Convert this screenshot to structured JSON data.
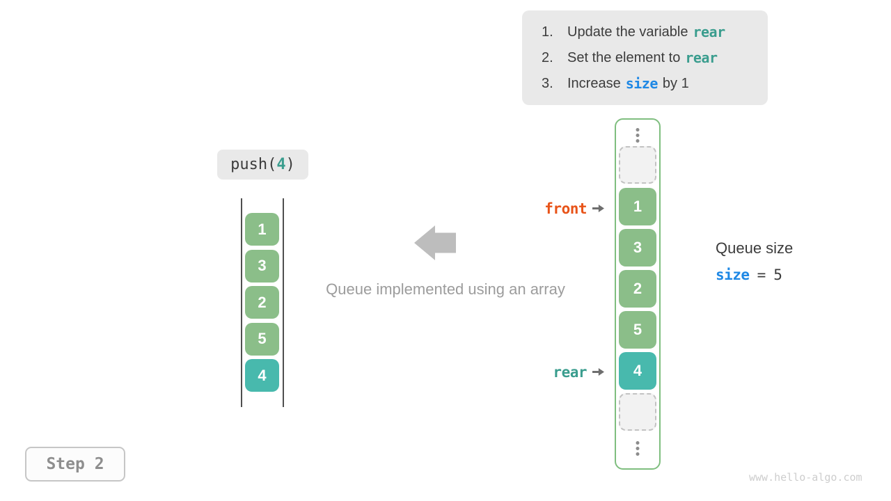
{
  "instructions": {
    "items": [
      {
        "num": "1.",
        "pre": "Update the variable",
        "code": "rear",
        "post": ""
      },
      {
        "num": "2.",
        "pre": "Set the element to",
        "code": "rear",
        "post": ""
      },
      {
        "num": "3.",
        "pre": "Increase",
        "code": "size",
        "post": "by 1"
      }
    ]
  },
  "push_call": {
    "prefix": "push(",
    "arg": "4",
    "suffix": ")"
  },
  "left_stack": {
    "cells": [
      {
        "value": "1"
      },
      {
        "value": "3"
      },
      {
        "value": "2"
      },
      {
        "value": "5"
      },
      {
        "value": "4"
      }
    ]
  },
  "array_column": {
    "slots": [
      {
        "value": "",
        "state": "empty"
      },
      {
        "value": "1",
        "state": "filled"
      },
      {
        "value": "3",
        "state": "filled"
      },
      {
        "value": "2",
        "state": "filled"
      },
      {
        "value": "5",
        "state": "filled"
      },
      {
        "value": "4",
        "state": "highlight"
      },
      {
        "value": "",
        "state": "empty"
      }
    ]
  },
  "pointers": {
    "front_label": "front",
    "rear_label": "rear"
  },
  "caption": "Queue implemented using an array",
  "queue_size": {
    "title": "Queue size",
    "variable": "size",
    "equals": "=",
    "value": "5"
  },
  "step_badge": "Step 2",
  "watermark": "www.hello-algo.com",
  "colors": {
    "cell_green": "#8BBE89",
    "cell_teal": "#48B9AD",
    "front_orange": "#E85318",
    "rear_teal": "#3A9D8E",
    "size_blue": "#1E88E5",
    "panel_gray": "#E9E9E9"
  }
}
